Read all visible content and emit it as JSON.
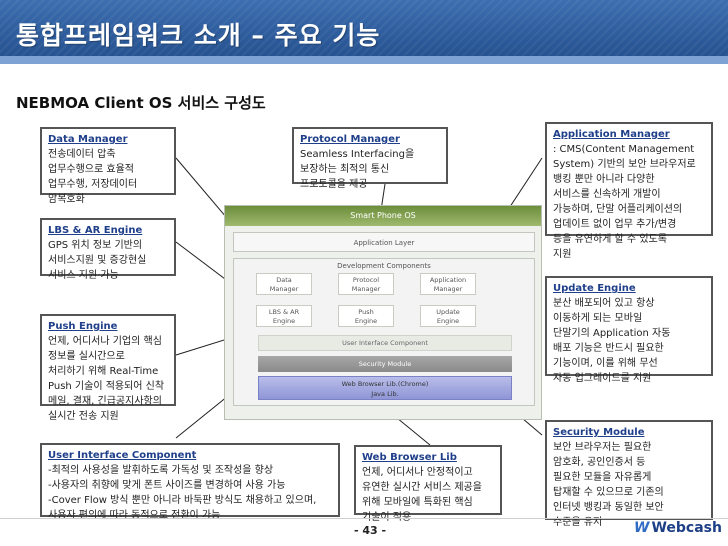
{
  "header": {
    "title": "통합프레임워크 소개 – 주요 기능"
  },
  "subtitle": "NEBMOA Client OS 서비스 구성도",
  "boxes": {
    "data_manager": {
      "title": "Data Manager",
      "lines": [
        "전송데이터 압축",
        "업무수행으로 효율적",
        "업무수행, 저장데이터",
        "암복호화"
      ]
    },
    "lbs": {
      "title": "LBS & AR Engine",
      "lines": [
        "GPS 위치 정보 기반의",
        "서비스지원 및 증강현실",
        "서비스 지원 가능"
      ]
    },
    "push": {
      "title": "Push Engine",
      "lines": [
        "언제, 어디서나 기업의 핵심",
        "정보를 실시간으로",
        "처리하기 위해 Real-Time",
        "Push 기술이 적용되어 신착",
        "메일, 결재, 긴급공지사항의",
        "실시간 전송 지원"
      ]
    },
    "uic": {
      "title": "User Interface Component",
      "lines": [
        "-최적의 사용성을 발휘하도록 가독성 및 조작성을 향상",
        "-사용자의 취향에 맞게 폰트 사이즈를 변경하여 사용 가능",
        "-Cover Flow 방식 뿐만 아니라 바둑판 방식도 채용하고 있으며,",
        "사용자 편의에 따라 동적으로 전환이 가능"
      ]
    },
    "protocol": {
      "title": "Protocol Manager",
      "lines": [
        "Seamless Interfacing을",
        "보장하는 최적의 통신",
        "프로토콜을 제공"
      ]
    },
    "web": {
      "title": "Web Browser Lib",
      "lines": [
        "언제, 어디서나 안정적이고",
        "유연한 실시간 서비스 제공을",
        "위해 모바일에 특화된 핵심",
        "기술이 적용"
      ]
    },
    "appm": {
      "title": "Application Manager",
      "lines": [
        ": CMS(Content Management",
        "System) 기반의 보안 브라우저로",
        "뱅킹 뿐만 아니라 다양한",
        "서비스를 신속하게 개발이",
        "가능하며, 단말 어플리케이션의",
        "업데이트 없이 업무 추가/변경",
        "등을 유연하게 할 수 있도록",
        "지원"
      ]
    },
    "update": {
      "title": "Update Engine",
      "lines": [
        "분산 배포되어 있고 항상",
        "이동하게 되는 모바일",
        "단말기의 Application 자동",
        "배포 기능은 반드시 필요한",
        "기능이며, 이를 위해 무선",
        "자동 업그레이드를 지원"
      ]
    },
    "security": {
      "title": "Security Module",
      "lines": [
        "보안 브라우저는 필요한",
        "암호화, 공인인증서 등",
        "필요한 모듈을 자유롭게",
        "탑재할 수 있으므로 기존의",
        "인터넷 뱅킹과 동일한 보안",
        "수준을 유지"
      ]
    }
  },
  "diagram": {
    "head": "Smart Phone OS",
    "app_layer": "Application Layer",
    "dev_title": "Development Components",
    "row1": [
      "Data\nManager",
      "Protocol\nManager",
      "Application\nManager"
    ],
    "row2": [
      "LBS & AR\nEngine",
      "Push\nEngine",
      "Update\nEngine"
    ],
    "uic": "User Interface Component",
    "security": "Security Module",
    "web1": "Web Browser Lib.(Chrome)",
    "web2": "Java Lib."
  },
  "footer": {
    "page": "- 43 -",
    "logo": "Webcash"
  },
  "colors": {
    "header": "#2c5a9a",
    "box_title": "#1f3f8a",
    "smartphone_head": "#6c8e3c",
    "web_layer": "#8f96d6"
  }
}
